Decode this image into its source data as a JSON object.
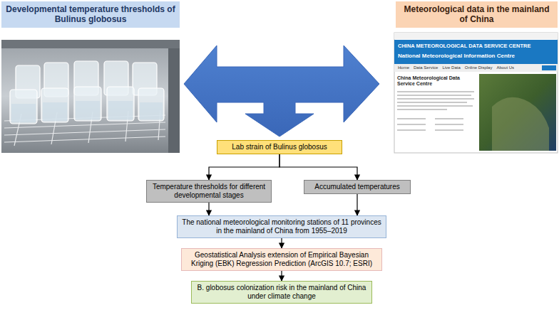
{
  "diagram": {
    "nodes": [
      {
        "text": [
          "Developmental temperature thresholds of Bulinus globosus"
        ]
      },
      {
        "text": [
          "Meteorological data in the mainland of China"
        ]
      },
      {
        "text": [
          "Lab strain of Bulinus globosus"
        ]
      },
      {
        "text": [
          "Temperature thresholds for different developmental stages"
        ]
      },
      {
        "text": [
          "Accumulated temperatures"
        ]
      },
      {
        "text": [
          "The national meteorological monitoring stations of 11 provinces in the mainland of China from 1955–2019"
        ]
      },
      {
        "text": [
          "Geostatistical Analysis extension of Empirical Bayesian Kriging (EBK) Regression Prediction (ArcGIS 10.7; ESRI)"
        ]
      },
      {
        "text": [
          "B. globosus colonization risk in the mainland of China under climate change"
        ]
      }
    ],
    "edges": [
      {
        "from": 2,
        "to": 3,
        "arrow": "to"
      },
      {
        "from": 2,
        "to": 4,
        "arrow": "to"
      },
      {
        "from": 3,
        "to": 5,
        "arrow": "to"
      },
      {
        "from": 4,
        "to": 5,
        "arrow": "to"
      },
      {
        "from": 5,
        "to": 6,
        "arrow": "to"
      },
      {
        "from": 6,
        "to": 7,
        "arrow": "to"
      }
    ],
    "labels": [
      "CHINA METEOROLOGICAL DATA SERVICE CENTRE",
      "National Meteorological Information Centre",
      "Home",
      "Data Service",
      "Live Data",
      "Online Display",
      "About Us",
      "China Meteorological Data Service Centre"
    ]
  }
}
